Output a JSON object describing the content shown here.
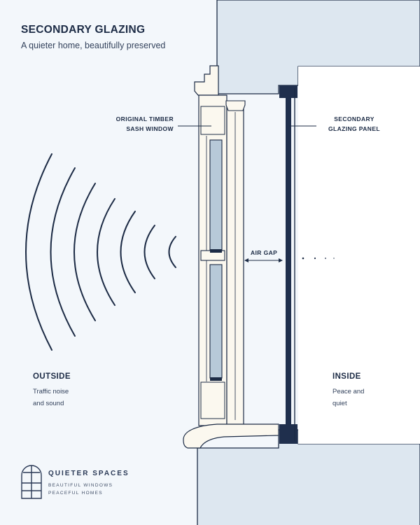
{
  "header": {
    "title": "SECONDARY GLAZING",
    "subtitle": "A quieter home, beautifully preserved"
  },
  "callouts": {
    "sash_window": [
      "ORIGINAL TIMBER",
      "SASH WINDOW"
    ],
    "glazing_panel": [
      "SECONDARY",
      "GLAZING PANEL"
    ],
    "air_gap": "AIR GAP"
  },
  "zones": {
    "outside": {
      "title": "OUTSIDE",
      "description": [
        "Traffic noise",
        "and sound"
      ]
    },
    "inside": {
      "title": "INSIDE",
      "description": [
        "Peace and",
        "quiet"
      ]
    }
  },
  "brand": {
    "name": "QUIETER SPACES",
    "tagline": [
      "BEAUTIFUL WINDOWS",
      "PEACEFUL HOMES"
    ],
    "icon": "arched-window-icon"
  },
  "colors": {
    "background": "#f3f7fb",
    "wall": "#dde7f0",
    "frame_cream": "#fbf8ef",
    "outline": "#1c2b45",
    "glass": "#b7c9d8",
    "panel_dark": "#1f2f4d",
    "wave": "#1c2b45"
  },
  "icons": {
    "sound_waves": "sound-waves-icon",
    "gap_arrow": "double-arrow-icon"
  }
}
